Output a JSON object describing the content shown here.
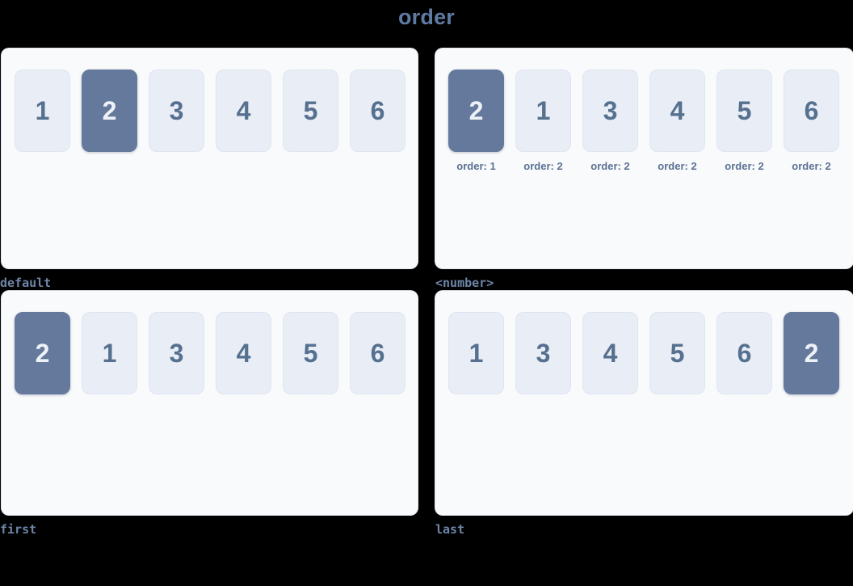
{
  "title": "order",
  "theme": {
    "background": "#000000",
    "panel_background": "#f9fafc",
    "item_background": "#e9edf6",
    "item_text": "#56708f",
    "highlight_background": "#64799b",
    "highlight_text": "#eef2f8",
    "label_color": "#6d85a8",
    "title_color": "#5f7ba3",
    "order_text_color": "#5b7293"
  },
  "panels": [
    {
      "label": "default",
      "position": "top-left",
      "show_order_labels": false,
      "items": [
        {
          "value": "1",
          "highlight": false,
          "order": null
        },
        {
          "value": "2",
          "highlight": true,
          "order": null
        },
        {
          "value": "3",
          "highlight": false,
          "order": null
        },
        {
          "value": "4",
          "highlight": false,
          "order": null
        },
        {
          "value": "5",
          "highlight": false,
          "order": null
        },
        {
          "value": "6",
          "highlight": false,
          "order": null
        }
      ]
    },
    {
      "label": "<number>",
      "position": "top-right",
      "show_order_labels": true,
      "items": [
        {
          "value": "2",
          "highlight": true,
          "order": "order: 1"
        },
        {
          "value": "1",
          "highlight": false,
          "order": "order: 2"
        },
        {
          "value": "3",
          "highlight": false,
          "order": "order: 2"
        },
        {
          "value": "4",
          "highlight": false,
          "order": "order: 2"
        },
        {
          "value": "5",
          "highlight": false,
          "order": "order: 2"
        },
        {
          "value": "6",
          "highlight": false,
          "order": "order: 2"
        }
      ]
    },
    {
      "label": "first",
      "position": "bottom-left",
      "show_order_labels": false,
      "items": [
        {
          "value": "2",
          "highlight": true,
          "order": null
        },
        {
          "value": "1",
          "highlight": false,
          "order": null
        },
        {
          "value": "3",
          "highlight": false,
          "order": null
        },
        {
          "value": "4",
          "highlight": false,
          "order": null
        },
        {
          "value": "5",
          "highlight": false,
          "order": null
        },
        {
          "value": "6",
          "highlight": false,
          "order": null
        }
      ]
    },
    {
      "label": "last",
      "position": "bottom-right",
      "show_order_labels": false,
      "items": [
        {
          "value": "1",
          "highlight": false,
          "order": null
        },
        {
          "value": "3",
          "highlight": false,
          "order": null
        },
        {
          "value": "4",
          "highlight": false,
          "order": null
        },
        {
          "value": "5",
          "highlight": false,
          "order": null
        },
        {
          "value": "6",
          "highlight": false,
          "order": null
        },
        {
          "value": "2",
          "highlight": true,
          "order": null
        }
      ]
    }
  ]
}
